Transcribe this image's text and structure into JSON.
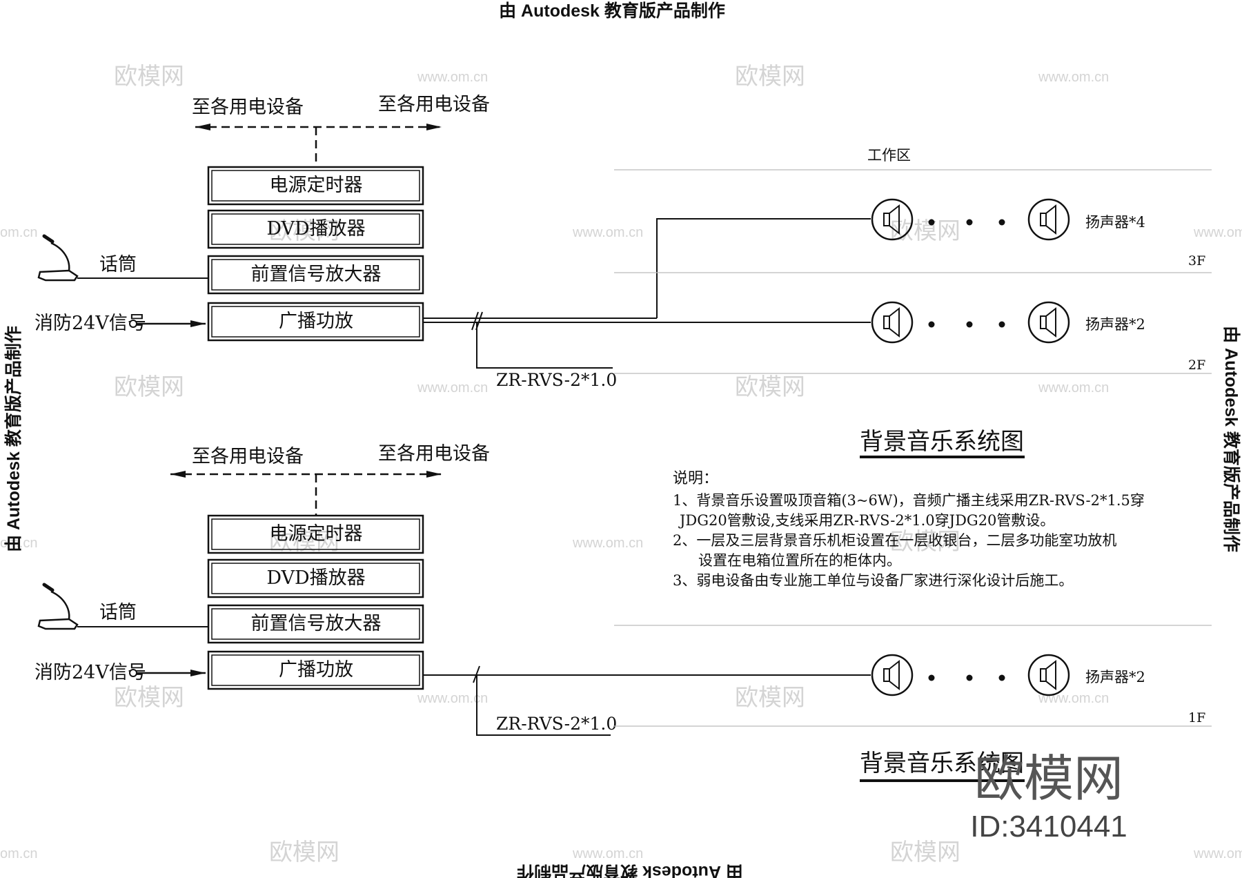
{
  "stamp": {
    "text": "由 Autodesk 教育版产品制作"
  },
  "watermark": {
    "site": "www.om.cn",
    "brand": "欧模网",
    "id_label": "ID:3410441",
    "edge_fragment": "om.cn"
  },
  "system_a": {
    "to_equipment_left": "至各用电设备",
    "to_equipment_right": "至各用电设备",
    "rack": [
      "电源定时器",
      "DVD播放器",
      "前置信号放大器",
      "广播功放"
    ],
    "mic_label": "话筒",
    "fire_signal": "消防24V信号",
    "cable_label": "ZR-RVS-2*1.0",
    "zone_label": "工作区",
    "speaker_rows": [
      {
        "label": "扬声器*4",
        "floor": "3F"
      },
      {
        "label": "扬声器*2",
        "floor": "2F"
      }
    ],
    "title": "背景音乐系统图"
  },
  "notes": {
    "heading": "说明：",
    "lines": [
      "1、背景音乐设置吸顶音箱(3~6W)，音频广播主线采用ZR-RVS-2*1.5穿",
      "JDG20管敷设,支线采用ZR-RVS-2*1.0穿JDG20管敷设。",
      "2、一层及三层背景音乐机柜设置在一层收银台，二层多功能室功放机",
      "设置在电箱位置所在的柜体内。",
      "3、弱电设备由专业施工单位与设备厂家进行深化设计后施工。"
    ]
  },
  "system_b": {
    "to_equipment_left": "至各用电设备",
    "to_equipment_right": "至各用电设备",
    "rack": [
      "电源定时器",
      "DVD播放器",
      "前置信号放大器",
      "广播功放"
    ],
    "mic_label": "话筒",
    "fire_signal": "消防24V信号",
    "cable_label": "ZR-RVS-2*1.0",
    "speaker_rows": [
      {
        "label": "扬声器*2",
        "floor": "1F"
      }
    ],
    "title": "背景音乐系统图"
  }
}
